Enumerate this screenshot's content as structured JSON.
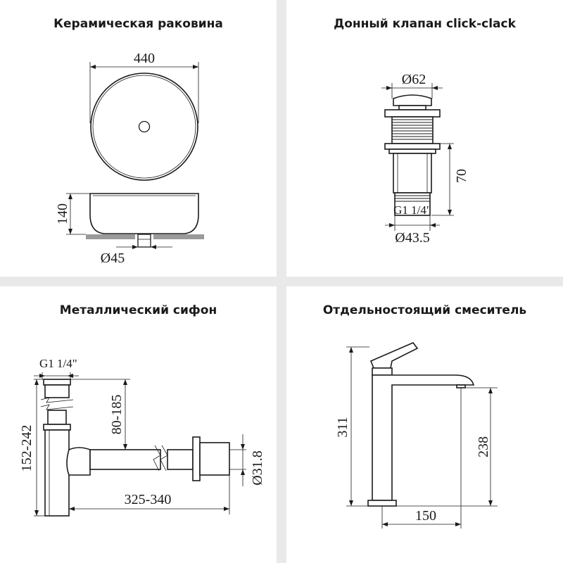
{
  "panels": [
    {
      "title": "Керамическая раковина",
      "dims": {
        "width": "440",
        "height": "140",
        "drain": "Ø45"
      }
    },
    {
      "title": "Донный клапан click-clack",
      "dims": {
        "top": "Ø62",
        "height": "70",
        "thread": "G1 1/4\"",
        "bottom": "Ø43.5"
      }
    },
    {
      "title": "Металлический сифон",
      "dims": {
        "thread": "G1 1/4\"",
        "total_height": "152-242",
        "inlet": "80-185",
        "length": "325-340",
        "pipe": "Ø31.8"
      }
    },
    {
      "title": "Отдельностоящий смеситель",
      "dims": {
        "height": "311",
        "spout_height": "238",
        "reach": "150"
      }
    }
  ],
  "colors": {
    "line": "#1a1a1a",
    "background": "#e9e9e9",
    "panel": "#ffffff",
    "base": "#9a9a9a"
  },
  "icons": [
    "sink-drawing-icon",
    "drain-valve-drawing-icon",
    "siphon-drawing-icon",
    "faucet-drawing-icon"
  ]
}
